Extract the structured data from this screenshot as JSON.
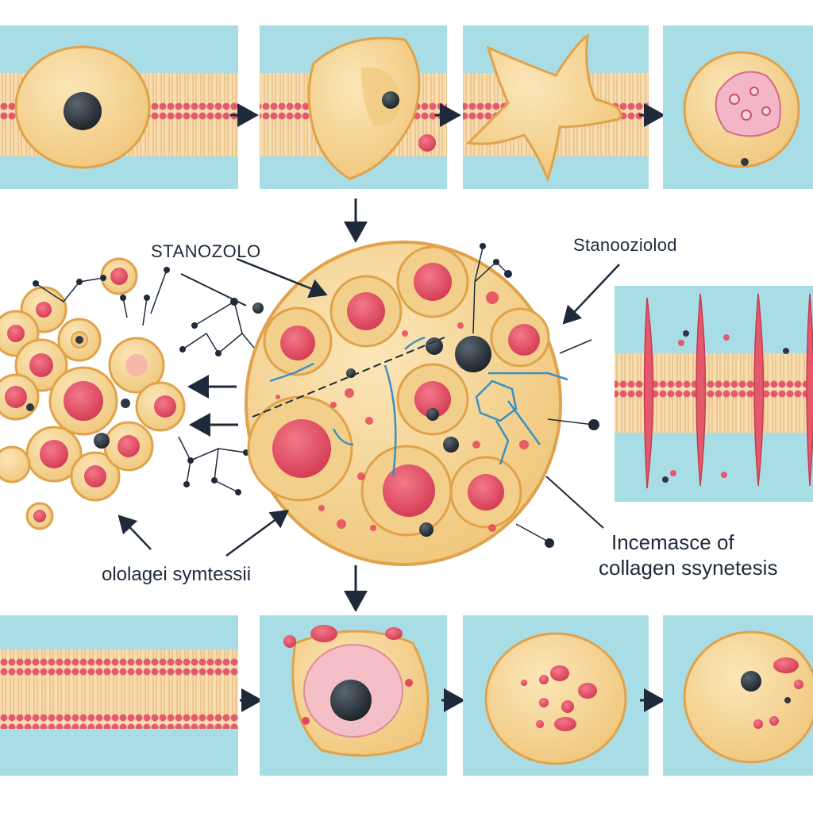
{
  "labels": {
    "top_left": "STANOZOLO",
    "top_right": "Stanooziolod",
    "bottom_left": "ololagei symtessii",
    "bottom_right_line1": "Incemasce of",
    "bottom_right_line2": "collagen ssynetesis"
  },
  "colors": {
    "panel_bg": "#a9dde6",
    "cell_fill": "#f6d697",
    "cell_outline": "#e0a24a",
    "nucleus_red": "#e5475f",
    "nucleus_dark": "#2f3840",
    "membrane_red": "#e35a6c",
    "membrane_lipid": "#f3c98d",
    "arrow": "#1e2a3a"
  }
}
